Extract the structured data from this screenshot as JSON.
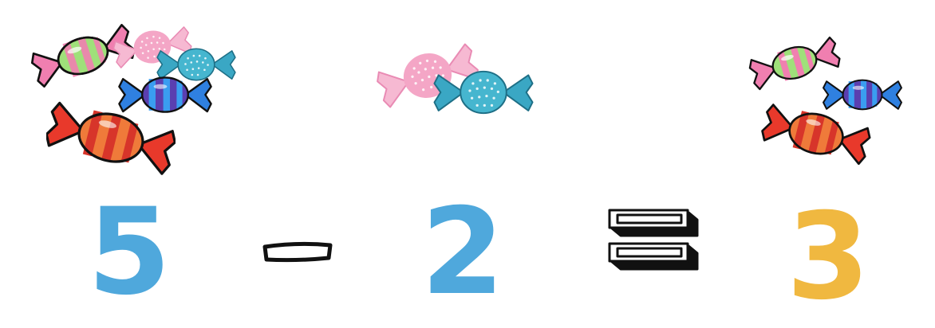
{
  "equation": {
    "minuend": "5",
    "operator": "-",
    "subtrahend": "2",
    "equals": "=",
    "difference": "3"
  },
  "colors": {
    "numeral_blue": "#4fa8dc",
    "numeral_yellow": "#f0b840",
    "outline": "#111111"
  },
  "candy_groups": [
    {
      "count": 5,
      "candies": [
        "green-pink-striped",
        "pink-polka-dot",
        "teal-polka-dot",
        "blue-purple-striped",
        "red-orange-striped"
      ]
    },
    {
      "count": 2,
      "candies": [
        "pink-polka-dot",
        "teal-polka-dot"
      ]
    },
    {
      "count": 3,
      "candies": [
        "green-pink-striped",
        "blue-purple-striped",
        "red-orange-striped"
      ]
    }
  ]
}
